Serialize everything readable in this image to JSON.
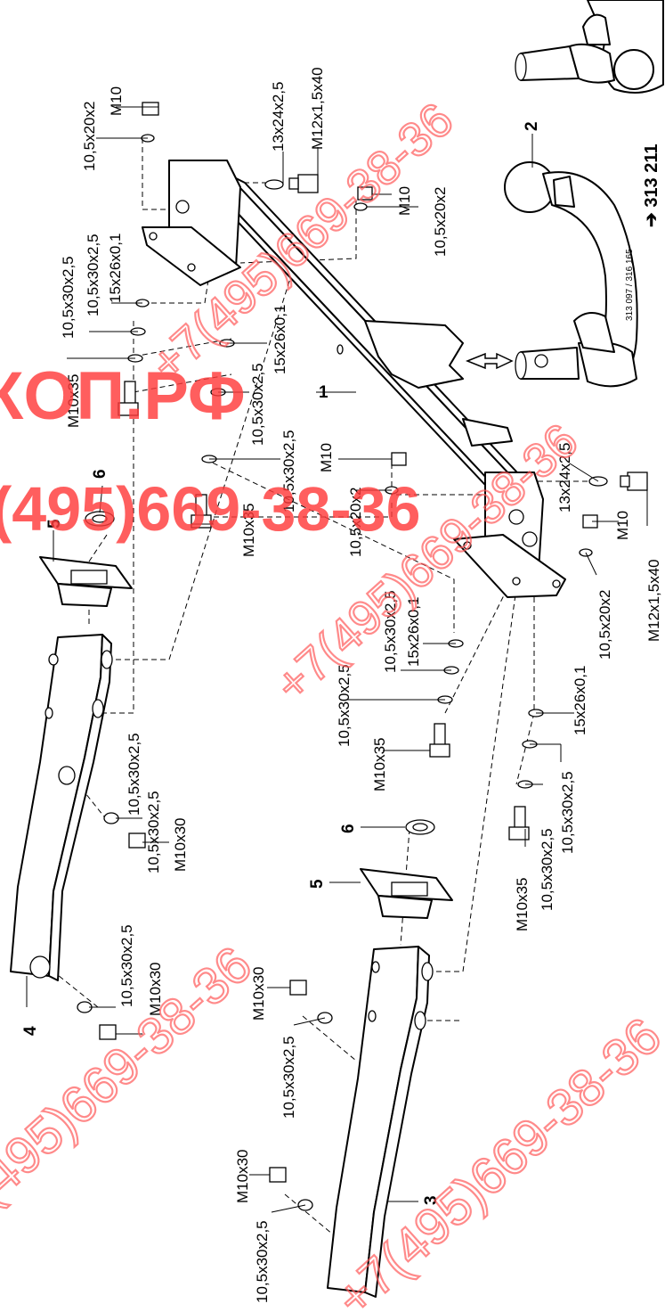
{
  "reference": "➔ 313 211",
  "part_numbers": {
    "crossbar": "1",
    "tow_ball": "2",
    "right_bracket": "3",
    "left_bracket": "4",
    "cover_plate": "5",
    "washer": "6"
  },
  "hardware": {
    "m10": "M10",
    "m10x30": "M10x30",
    "m10x35": "M10x35",
    "m12x15x40": "M12x1,5x40",
    "w10_5x20x2": "10,5x20x2",
    "w10_5x30x2_5": "10,5x30x2,5",
    "w13x24x2_5": "13x24x2,5",
    "w15x26x0_1": "15x26x0,1"
  },
  "ball_marking": "313 097 / 316 165",
  "watermark": {
    "site": "КОП.РФ",
    "phone_short": "(495)669-38-36",
    "phone_full": "+7(495)669-38-36"
  }
}
